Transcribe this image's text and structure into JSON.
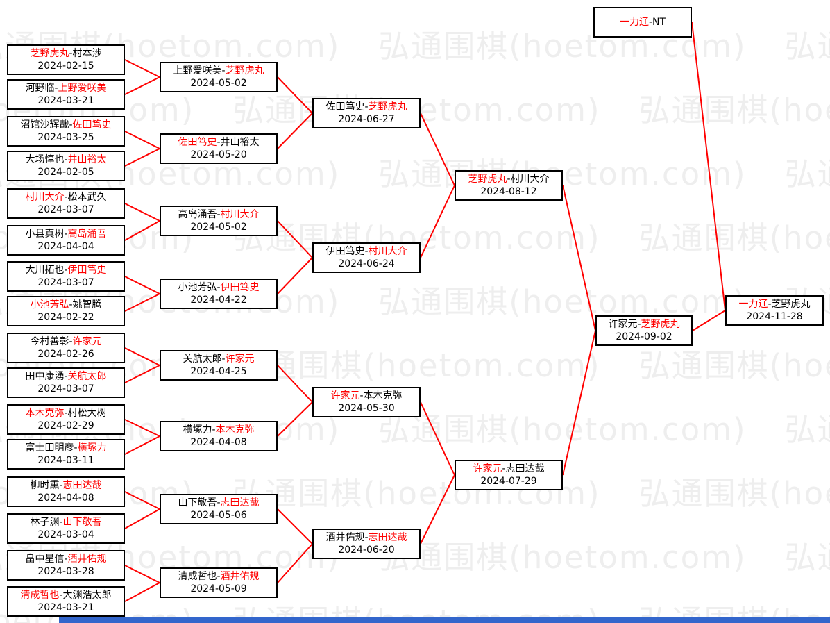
{
  "watermark": {
    "text": "弘通围棋(hoetom.com)"
  },
  "colors": {
    "background": "#ffffff",
    "winner": "#ff0000",
    "player": "#000000",
    "date": "#000000",
    "line": "#ff0000",
    "box_border": "#000000",
    "watermark": "#eeeeee",
    "bottom_bar": "#3366cc"
  },
  "bracket": {
    "separator": "-",
    "rounds": [
      [
        {
          "p1": "芝野虎丸",
          "p2": "村本涉",
          "winner": "p1",
          "date": "2024-02-15"
        },
        {
          "p1": "河野临",
          "p2": "上野爱咲美",
          "winner": "p2",
          "date": "2024-03-21"
        },
        {
          "p1": "沼馆沙辉哉",
          "p2": "佐田笃史",
          "winner": "p2",
          "date": "2024-03-25"
        },
        {
          "p1": "大场惇也",
          "p2": "井山裕太",
          "winner": "p2",
          "date": "2024-02-05"
        },
        {
          "p1": "村川大介",
          "p2": "松本武久",
          "winner": "p1",
          "date": "2024-03-07"
        },
        {
          "p1": "小县真树",
          "p2": "高岛涌吾",
          "winner": "p2",
          "date": "2024-04-04"
        },
        {
          "p1": "大川拓也",
          "p2": "伊田笃史",
          "winner": "p2",
          "date": "2024-03-07"
        },
        {
          "p1": "小池芳弘",
          "p2": "姚智腾",
          "winner": "p1",
          "date": "2024-02-22"
        },
        {
          "p1": "今村善彰",
          "p2": "许家元",
          "winner": "p2",
          "date": "2024-02-26"
        },
        {
          "p1": "田中康湧",
          "p2": "关航太郎",
          "winner": "p2",
          "date": "2024-03-07"
        },
        {
          "p1": "本木克弥",
          "p2": "村松大树",
          "winner": "p1",
          "date": "2024-02-29"
        },
        {
          "p1": "富士田明彦",
          "p2": "横塚力",
          "winner": "p2",
          "date": "2024-03-11"
        },
        {
          "p1": "柳时熏",
          "p2": "志田达哉",
          "winner": "p2",
          "date": "2024-04-08"
        },
        {
          "p1": "林子渊",
          "p2": "山下敬吾",
          "winner": "p2",
          "date": "2024-03-04"
        },
        {
          "p1": "畠中星信",
          "p2": "酒井佑规",
          "winner": "p2",
          "date": "2024-03-28"
        },
        {
          "p1": "清成哲也",
          "p2": "大渊浩太郎",
          "winner": "p1",
          "date": "2024-03-21"
        }
      ],
      [
        {
          "p1": "上野爱咲美",
          "p2": "芝野虎丸",
          "winner": "p2",
          "date": "2024-05-02"
        },
        {
          "p1": "佐田笃史",
          "p2": "井山裕太",
          "winner": "p1",
          "date": "2024-05-20"
        },
        {
          "p1": "高岛涌吾",
          "p2": "村川大介",
          "winner": "p2",
          "date": "2024-05-02"
        },
        {
          "p1": "小池芳弘",
          "p2": "伊田笃史",
          "winner": "p2",
          "date": "2024-04-22"
        },
        {
          "p1": "关航太郎",
          "p2": "许家元",
          "winner": "p2",
          "date": "2024-04-25"
        },
        {
          "p1": "横塚力",
          "p2": "本木克弥",
          "winner": "p2",
          "date": "2024-04-08"
        },
        {
          "p1": "山下敬吾",
          "p2": "志田达哉",
          "winner": "p2",
          "date": "2024-05-06"
        },
        {
          "p1": "清成哲也",
          "p2": "酒井佑规",
          "winner": "p2",
          "date": "2024-05-09"
        }
      ],
      [
        {
          "p1": "佐田笃史",
          "p2": "芝野虎丸",
          "winner": "p2",
          "date": "2024-06-27"
        },
        {
          "p1": "伊田笃史",
          "p2": "村川大介",
          "winner": "p2",
          "date": "2024-06-24"
        },
        {
          "p1": "许家元",
          "p2": "本木克弥",
          "winner": "p1",
          "date": "2024-05-30"
        },
        {
          "p1": "酒井佑规",
          "p2": "志田达哉",
          "winner": "p2",
          "date": "2024-06-20"
        }
      ],
      [
        {
          "p1": "芝野虎丸",
          "p2": "村川大介",
          "winner": "p1",
          "date": "2024-08-12"
        },
        {
          "p1": "许家元",
          "p2": "志田达哉",
          "winner": "p1",
          "date": "2024-07-29"
        }
      ],
      [
        {
          "p1": "许家元",
          "p2": "芝野虎丸",
          "winner": "p2",
          "date": "2024-09-02"
        }
      ]
    ],
    "titleholder": {
      "p1": "一力辽",
      "p2": "NT",
      "winner": "p1",
      "date": ""
    },
    "title_match": {
      "p1": "一力辽",
      "p2": "芝野虎丸",
      "winner": "p1",
      "date": "2024-11-28"
    }
  }
}
